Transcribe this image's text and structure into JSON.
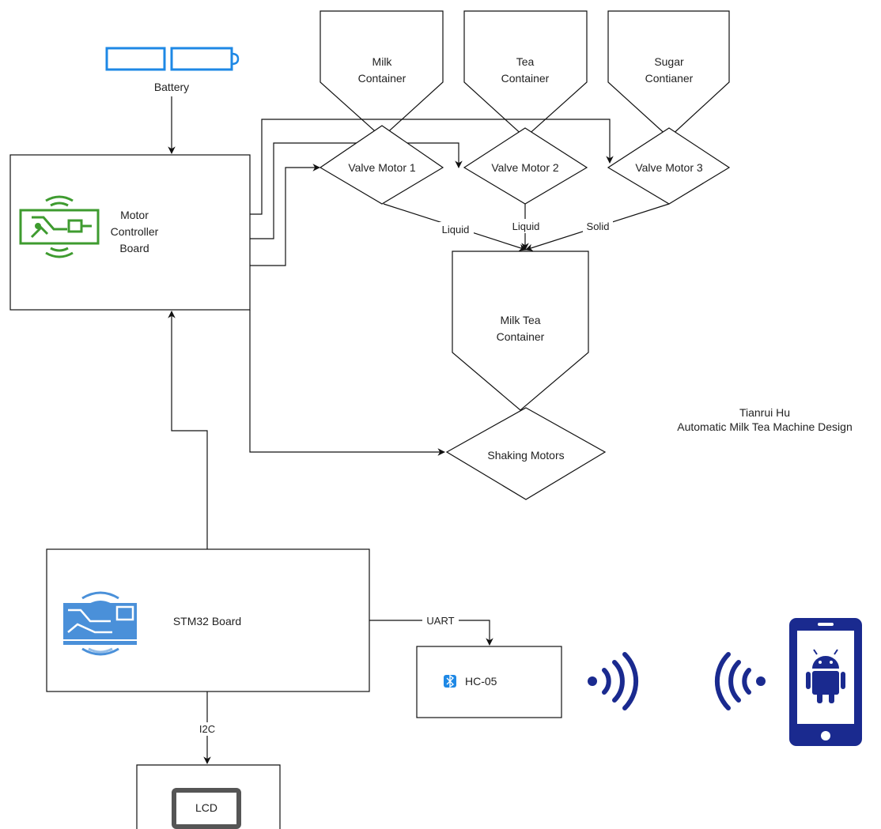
{
  "battery": {
    "label": "Battery"
  },
  "motor_controller": {
    "line1": "Motor",
    "line2": "Controller",
    "line3": "Board"
  },
  "containers": [
    {
      "line1": "Milk",
      "line2": "Container"
    },
    {
      "line1": "Tea",
      "line2": "Container"
    },
    {
      "line1": "Sugar",
      "line2": "Contianer"
    }
  ],
  "valves": [
    {
      "label": "Valve Motor 1"
    },
    {
      "label": "Valve Motor 2"
    },
    {
      "label": "Valve Motor 3"
    }
  ],
  "flows": {
    "liquid1": "Liquid",
    "liquid2": "Liquid",
    "solid": "Solid"
  },
  "milk_tea": {
    "line1": "Milk Tea",
    "line2": "Container"
  },
  "shaking": {
    "label": "Shaking Motors"
  },
  "credit": {
    "author": "Tianrui Hu",
    "title": "Automatic Milk Tea Machine Design"
  },
  "stm32": {
    "label": "STM32 Board"
  },
  "uart": {
    "label": "UART"
  },
  "hc05": {
    "label": "HC-05"
  },
  "i2c": {
    "label": "I2C"
  },
  "lcd": {
    "label": "LCD"
  },
  "colors": {
    "battery_blue": "#1e88e5",
    "board_green": "#3e9b2f",
    "board_blue": "#4a90d9",
    "phone_navy": "#1a2a8f",
    "bluetooth_blue": "#1e88e5"
  },
  "icons": [
    "battery-icon",
    "circuit-board-icon",
    "bluetooth-icon",
    "wireless-signal-icon",
    "android-phone-icon",
    "monitor-icon"
  ]
}
